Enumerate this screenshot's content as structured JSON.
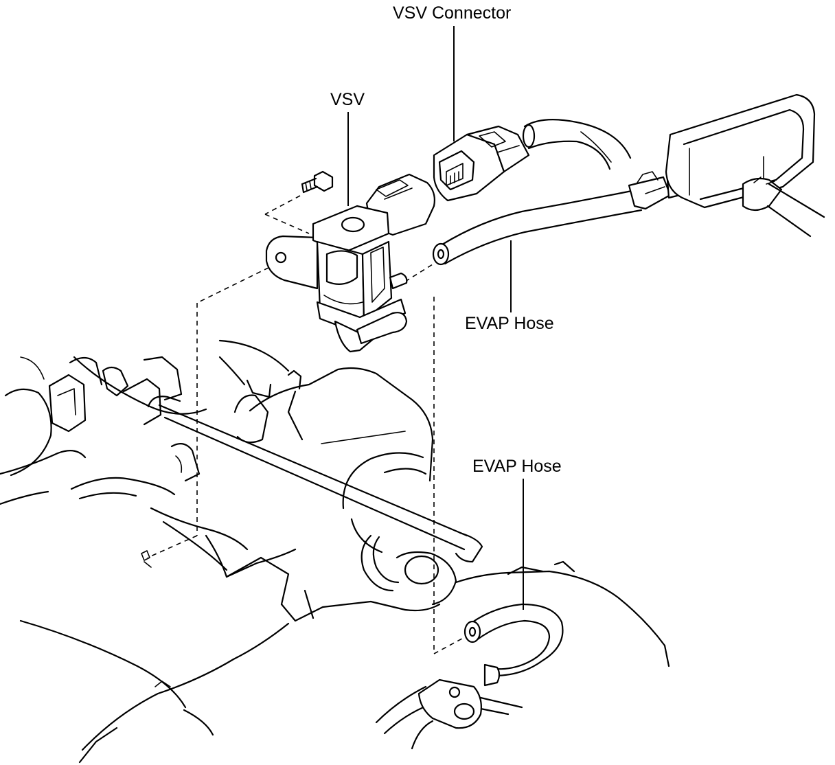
{
  "labels": {
    "vsv_connector": "VSV Connector",
    "vsv": "VSV",
    "evap_hose_upper": "EVAP Hose",
    "evap_hose_lower": "EVAP Hose"
  },
  "colors": {
    "line": "#000000",
    "background": "#ffffff"
  }
}
